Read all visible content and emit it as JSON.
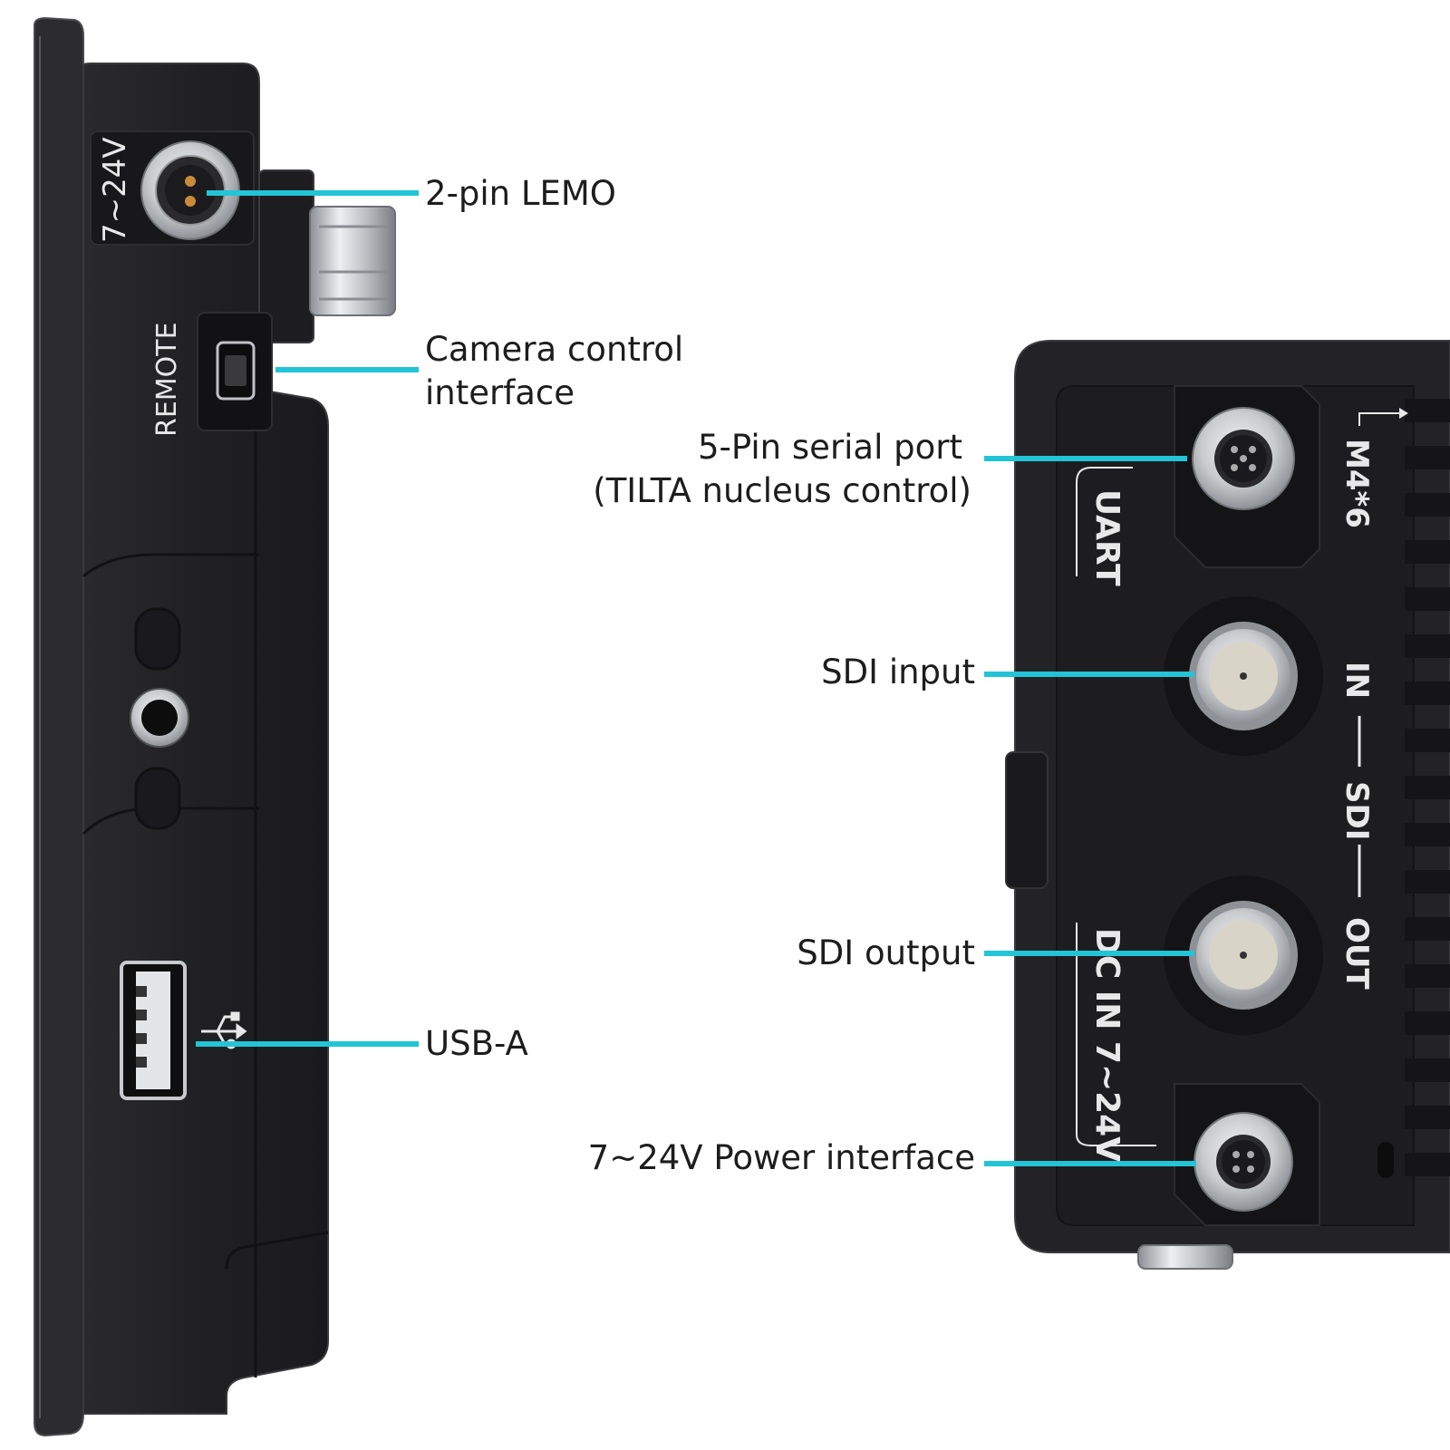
{
  "colors": {
    "callout_line": "#22c4d6",
    "device_body": "#1f1f21",
    "device_edge": "#3a3a3d",
    "device_dark": "#151517",
    "metal": "#c9cbce",
    "label_text": "#1d1d1d",
    "print_text": "#e8e8e8"
  },
  "device_markings": {
    "voltage": "7~24V",
    "remote": "REMOTE",
    "uart": "UART",
    "m46": "M4*6",
    "sdi_in": "IN",
    "sdi": "SDI",
    "sdi_out": "OUT",
    "dc_in": "DC IN 7~24V"
  },
  "callouts": {
    "lemo": "2-pin LEMO",
    "camera_control_line1": "Camera control",
    "camera_control_line2": "interface",
    "serial_line1": "5-Pin serial port",
    "serial_line2": "(TILTA nucleus control)",
    "sdi_input": "SDI input",
    "sdi_output": "SDI output",
    "usb_a": "USB-A",
    "power": "7~24V Power interface"
  },
  "icons": {
    "usb": "usb-icon"
  }
}
